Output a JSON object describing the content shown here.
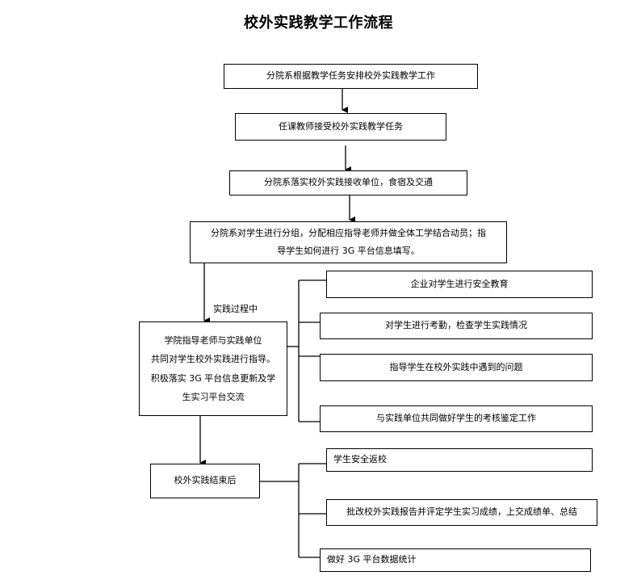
{
  "title": "校外实践教学工作流程",
  "steps": {
    "s1": "分院系根据教学任务安排校外实践教学工作",
    "s2": "任课教师接受校外实践教学任务",
    "s3": "分院系落实校外实践接收单位，食宿及交通",
    "s4": [
      "分院系对学生进行分组，分配相应指导老师并做全体工学结合动员；指",
      "导学生如何进行 3G 平台信息填写。"
    ],
    "s5": [
      "学院指导老师与实践单位",
      "共同对学生校外实践进行指导。",
      "积极落实 3G 平台信息更新及学",
      "生实习平台交流"
    ],
    "s6": "校外实践结束后"
  },
  "process_label": "实践过程中",
  "during_items": [
    "企业对学生进行安全教育",
    "对学生进行考勤，检查学生实践情况",
    "指导学生在校外实践中遇到的问题",
    "与实践单位共同做好学生的考核鉴定工作"
  ],
  "after_items": [
    "学生安全返校",
    "批改校外实践报告并评定学生实习成绩，上交成绩单、总结",
    "做好 3G 平台数据统计"
  ]
}
